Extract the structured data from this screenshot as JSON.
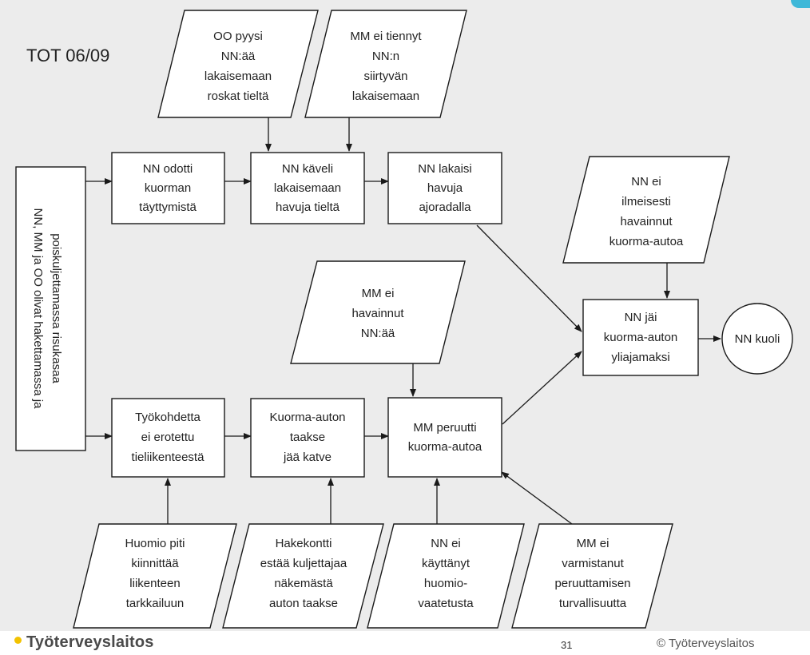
{
  "title": "TOT 06/09",
  "boxes": {
    "origin": [
      "NN, MM ja OO olivat hakettamassa ja",
      "poiskuljettamassa risukasaa"
    ],
    "odotti": [
      "NN odotti",
      "kuorman",
      "täyttymistä"
    ],
    "kaveli": [
      "NN käveli",
      "lakaisemaan",
      "havuja tieltä"
    ],
    "lakaisi": [
      "NN lakaisi",
      "havuja",
      "ajoradalla"
    ],
    "jai": [
      "NN jäi",
      "kuorma-auton",
      "yliajamaksi"
    ],
    "kuoli": [
      "NN kuoli"
    ],
    "tyokohdetta": [
      "Työkohdetta",
      "ei erotettu",
      "tieliikenteestä"
    ],
    "katve": [
      "Kuorma-auton",
      "taakse",
      "jää katve"
    ],
    "peruutti": [
      "MM peruutti",
      "kuorma-autoa"
    ]
  },
  "factors": {
    "oo_pyysi": [
      "OO pyysi",
      "NN:ää",
      "lakaisemaan",
      "roskat tieltä"
    ],
    "mm_ei_tiennyt": [
      "MM ei tiennyt",
      "NN:n",
      "siirtyvän",
      "lakaisemaan"
    ],
    "nn_ei_havainnut": [
      "NN ei",
      "ilmeisesti",
      "havainnut",
      "kuorma-autoa"
    ],
    "mm_ei_havainnut": [
      "MM ei",
      "havainnut",
      "NN:ää"
    ],
    "huomio": [
      "Huomio piti",
      "kiinnittää",
      "liikenteen",
      "tarkkailuun"
    ],
    "hakekontti": [
      "Hakekontti",
      "estää kuljettajaa",
      "näkemästä",
      "auton taakse"
    ],
    "nn_ei_kayttanyt": [
      "NN ei",
      "käyttänyt",
      "huomio-",
      "vaatetusta"
    ],
    "mm_ei_varmistanut": [
      "MM ei",
      "varmistanut",
      "peruuttamisen",
      "turvallisuutta"
    ]
  },
  "footer": {
    "logo": "Työterveyslaitos",
    "page_number": "31",
    "copyright": "© Työterveyslaitos"
  },
  "colors": {
    "background": "#ececec",
    "accent": "#3fb8d8",
    "logo_dot": "#f2c200"
  }
}
